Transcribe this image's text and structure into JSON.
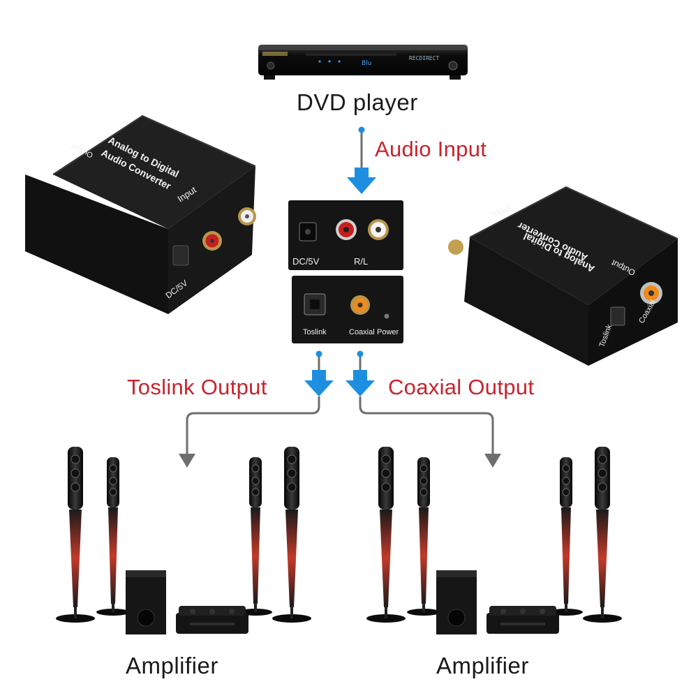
{
  "devices": {
    "dvd_player": {
      "label": "DVD player",
      "display_text": "RECDIRECT"
    },
    "converter_left": {
      "title_line1": "Analog to Digital",
      "title_line2": "Audio Converter",
      "output_label": "Output",
      "input_label": "Input",
      "power_label": "DC/5V"
    },
    "converter_right": {
      "title_line1": "Analog to Digital",
      "title_line2": "Audio Converter",
      "input_label": "Input",
      "output_label": "Output",
      "toslink_label": "Toslink",
      "coaxial_label": "Coaxial"
    },
    "panel_back": {
      "power_label": "DC/5V",
      "rl_label": "R/L"
    },
    "panel_front": {
      "toslink_label": "Toslink",
      "coaxial_label": "Coaxial",
      "power_label": "Power"
    }
  },
  "flow": {
    "audio_input": "Audio Input",
    "toslink_output": "Toslink Output",
    "coaxial_output": "Coaxial Output"
  },
  "amplifiers": [
    {
      "label": "Amplifier"
    },
    {
      "label": "Amplifier"
    }
  ],
  "colors": {
    "arrow_blue": "#1e8fe0",
    "label_red": "#c8232c",
    "connector_gray": "#6e6e6e",
    "device_black": "#141414"
  }
}
